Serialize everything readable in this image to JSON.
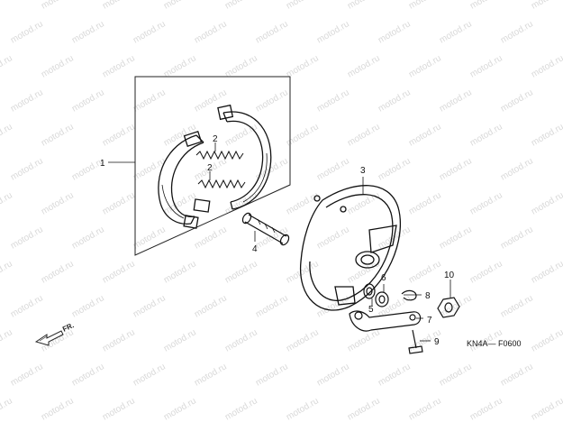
{
  "watermark": {
    "text": "motod.ru"
  },
  "diagram": {
    "code": "KN4A— F0600",
    "direction_label": "FR.",
    "callouts": {
      "c1": "1",
      "c2a": "2",
      "c2b": "2",
      "c3": "3",
      "c4": "4",
      "c5": "5",
      "c6": "6",
      "c7": "7",
      "c8": "8",
      "c9": "9",
      "c10": "10"
    }
  }
}
